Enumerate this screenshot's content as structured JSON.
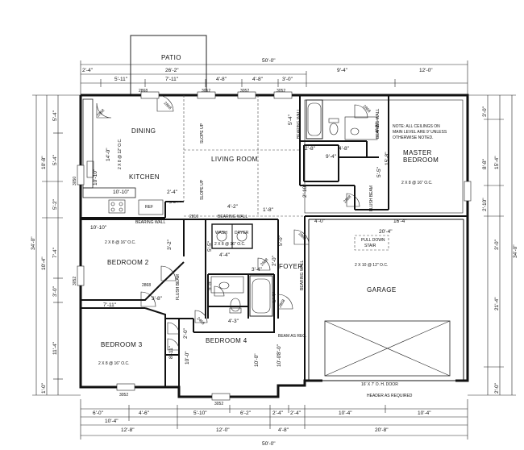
{
  "rooms": {
    "patio": "PATIO",
    "dining": "DINING",
    "kitchen": "KITCHEN",
    "living_room": "LIVING ROOM",
    "master_bedroom_1": "MASTER",
    "master_bedroom_2": "BEDROOM",
    "bedroom_2": "BEDROOM 2",
    "bedroom_3": "BEDROOM 3",
    "bedroom_4": "BEDROOM 4",
    "foyer": "FOYER",
    "garage": "GARAGE"
  },
  "labels": {
    "slope_up_1": "SLOPE UP",
    "slope_up_2": "SLOPE UP",
    "bearing_wall_1": "BEARING WALL",
    "bearing_wall_2": "BEARING WALL",
    "bearing_wall_3": "BEARING WALL",
    "bearing_wall_4": "BEARING WALL",
    "bearing_wall_5": "BEARING WALL",
    "joist_master": "2 X 8 @ 16\" O.C.",
    "joist_dining": "2 X 8 @ 12\" O.C.",
    "joist_bed2": "2 X 8 @ 16\" O.C.",
    "joist_bed3": "2 X 8 @ 16\" O.C.",
    "joist_laundry": "2 X 8 @ 16\" O.C.",
    "joist_garage": "2 X 10 @ 12\" O.C.",
    "ceiling_note_1": "NOTE: ALL CEILINGS ON",
    "ceiling_note_2": "MAIN LEVEL ARE 9' UNLESS",
    "ceiling_note_3": "OTHERWISE NOTED.",
    "pull_down_1": "PULL DOWN",
    "pull_down_2": "STAIR",
    "garage_door": "16' X 7' O. H. DOOR",
    "header": "HEADER AS REQUIRED",
    "beam": "BEAM AS REQ.",
    "flush_beam_1": "FLUSH BEAM",
    "flush_beam_2": "FLUSH BEAM",
    "wash": "WASH",
    "dryer": "DRYER",
    "ref": "REF",
    "door_2868_a": "2868",
    "door_2868_b": "2868",
    "door_2868_c": "2868",
    "door_2868_d": "2868",
    "door_2868_e": "2868",
    "door_2868_f": "2868",
    "door_2868_g": "2868",
    "door_2468": "2468",
    "door_2668": "2668",
    "door_2868_french": "2868",
    "window_3052_a": "3052",
    "window_3052_b": "3052",
    "window_3052_c": "3052",
    "window_3052_d": "3052",
    "window_3052_e": "3052",
    "window_3052_f": "3052",
    "window_3050": "3050",
    "window_2810": "2810"
  },
  "dimensions": {
    "top_overall": "50'-0\"",
    "top_left_overall": "26'-2\"",
    "top_a": "2'-4\"",
    "top_b": "5'-11\"",
    "top_c": "7'-11\"",
    "top_d": "4'-8\"",
    "top_e": "4'-8\"",
    "top_f": "3'-0\"",
    "top_g": "9'-4\"",
    "top_h": "12'-0\"",
    "bot_a": "6'-0\"",
    "bot_b": "4'-6\"",
    "bot_c": "10'-4\"",
    "bot_d": "12'-8\"",
    "bot_e": "5'-10\"",
    "bot_f": "6'-2\"",
    "bot_g": "2'-4\"",
    "bot_h": "2'-4\"",
    "bot_i": "10'-4\"",
    "bot_j": "10'-4\"",
    "bot_k": "12'-0\"",
    "bot_l": "4'-8\"",
    "bot_m": "20'-8\"",
    "bot_overall": "50'-0\"",
    "left_overall": "34'-0\"",
    "left_a": "5'-4\"",
    "left_b": "5'-4\"",
    "left_c": "10'-8\"",
    "left_d": "5'-2\"",
    "left_e": "7'-4\"",
    "left_f": "10'-4\"",
    "left_g": "3'-0\"",
    "left_h": "11'-4\"",
    "left_i": "1'-0\"",
    "right_overall": "34'-0\"",
    "right_a": "3'-0\"",
    "right_b": "8'-8\"",
    "right_c": "15'-4\"",
    "right_d": "2'-10\"",
    "right_e": "3'-0\"",
    "right_f": "21'-4\"",
    "right_g": "2'-0\"",
    "int_kitchen_w": "10'-10\"",
    "int_kitchen_h": "10'-10\"",
    "int_dining_h": "14'-0\"",
    "int_kitchen_2": "2'-4\"",
    "int_living_1": "4'-2\"",
    "int_living_2": "1'-8\"",
    "int_master_a": "2'-8\"",
    "int_master_b": "4'-8\"",
    "int_master_c": "9'-4\"",
    "int_master_d": "15'-8\"",
    "int_master_e": "5'-5\"",
    "int_master_f": "4'-2\"",
    "int_master_g": "5'-4\"",
    "int_master_h": "2'-10\"",
    "int_garage_a": "4'-0\"",
    "int_garage_b": "16'-4\"",
    "int_garage_c": "20'-4\"",
    "int_hall_a": "5'-5\"",
    "int_hall_b": "4'-4\"",
    "int_hall_c": "3'-4\"",
    "int_hall_d": "5'-5\"",
    "int_hall_e": "4'-3\"",
    "int_hall_f": "5'-4\"",
    "int_hall_g": "2'-0\"",
    "int_hall_h": "5'-0\"",
    "int_bed2_a": "7'-11\"",
    "int_bed2_b": "3'-8\"",
    "int_bed2_c": "3'-2\"",
    "int_bed3_a": "8'-11\"",
    "int_bed4_a": "10'-0\"",
    "int_bed4_b": "10'-0\"",
    "int_bed4_c": "10'-0\"",
    "int_bed4_d": "8'-0\"",
    "int_bed4_e": "2'-0\"",
    "int_left_a": "10'-10\"",
    "int_top_bed2": "10'-10\""
  }
}
